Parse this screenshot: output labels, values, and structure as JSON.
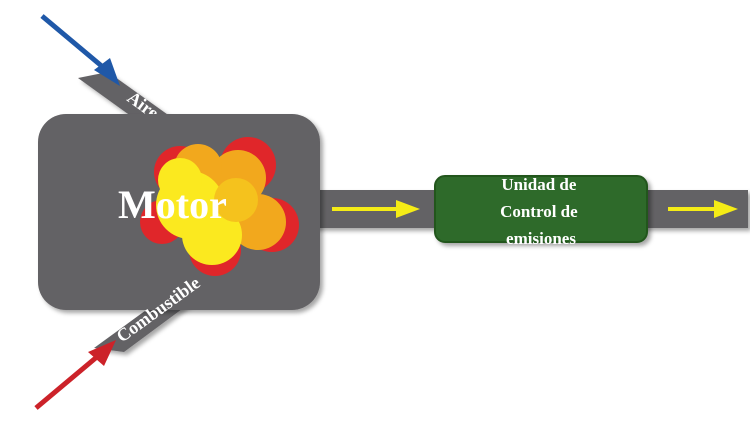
{
  "diagram": {
    "engine_label": "Motor",
    "air_label": "Aire",
    "fuel_label": "Combustible",
    "emission_unit_label": [
      "Unidad de",
      "Control de",
      "emisiones"
    ]
  },
  "colors": {
    "pipe": "#646265",
    "engine": "#646265",
    "emission_unit": "#2e6a2a",
    "air_arrow": "#1f58a8",
    "fuel_arrow": "#cc2229",
    "flow_arrow": "#f5ec16",
    "explosion_outer": "#e0262a",
    "explosion_mid": "#f2a81d",
    "explosion_inner": "#fbe91f"
  },
  "icons": {
    "air_inlet": "blue-arrow-icon",
    "fuel_inlet": "red-arrow-icon",
    "exhaust_flow": "yellow-arrow-icon",
    "combustion": "explosion-icon"
  }
}
